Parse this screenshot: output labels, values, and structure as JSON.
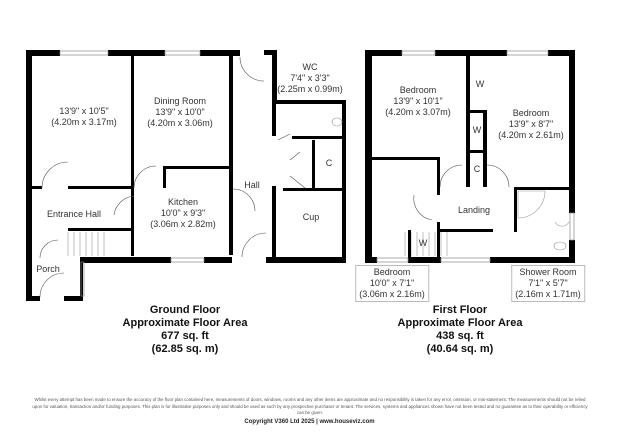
{
  "ground_floor": {
    "rooms": [
      {
        "name": "",
        "imperial": "13'9\" x 10'5\"",
        "metric": "(4.20m x 3.17m)"
      },
      {
        "name": "Dining Room",
        "imperial": "13'9\" x 10'0\"",
        "metric": "(4.20m x 3.06m)"
      },
      {
        "name": "WC",
        "imperial": "7'4\" x 3'3\"",
        "metric": "(2.25m x 0.99m)"
      },
      {
        "name": "Kitchen",
        "imperial": "10'0\" x 9'3\"",
        "metric": "(3.06m x 2.82m)"
      },
      {
        "name": "Entrance Hall"
      },
      {
        "name": "Hall"
      },
      {
        "name": "Porch"
      },
      {
        "name": "Cup"
      },
      {
        "name": "C"
      }
    ],
    "summary": {
      "title": "Ground Floor",
      "subtitle": "Approximate Floor Area",
      "sqft": "677 sq. ft",
      "sqm": "(62.85 sq. m)"
    }
  },
  "first_floor": {
    "rooms": [
      {
        "name": "Bedroom",
        "imperial": "13'9\" x 10'1\"",
        "metric": "(4.20m x 3.07m)"
      },
      {
        "name": "Bedroom",
        "imperial": "13'9\" x 8'7\"",
        "metric": "(4.20m x 2.61m)"
      },
      {
        "name": "Bedroom",
        "imperial": "10'0\" x 7'1\"",
        "metric": "(3.06m x 2.16m)"
      },
      {
        "name": "Shower Room",
        "imperial": "7'1\" x 5'7\"",
        "metric": "(2.16m x 1.71m)"
      },
      {
        "name": "Landing"
      },
      {
        "name": "W"
      },
      {
        "name": "C"
      }
    ],
    "summary": {
      "title": "First Floor",
      "subtitle": "Approximate Floor Area",
      "sqft": "438 sq. ft",
      "sqm": "(40.64 sq. m)"
    }
  },
  "footer": {
    "disclaimer": "Whilst every attempt has been made to ensure the accuracy of the floor plan contained here, measurements of doors, windows, rooms and any other items are approximate and no responsibility is taken for any error, omission, or mis-statement. The measurements should not be relied upon for valuation, transaction and/or funding purposes. This plan is for illustrative purposes only and should be used as such by any prospective purchaser or tenant. The services, systems and appliances shown have not been tested and no guarantee as to their operability or efficiency can be given.",
    "copyright": "Copyright V360 Ltd 2025 | www.houseviz.com"
  },
  "colors": {
    "wall": "#000000",
    "fixture": "#999999"
  }
}
